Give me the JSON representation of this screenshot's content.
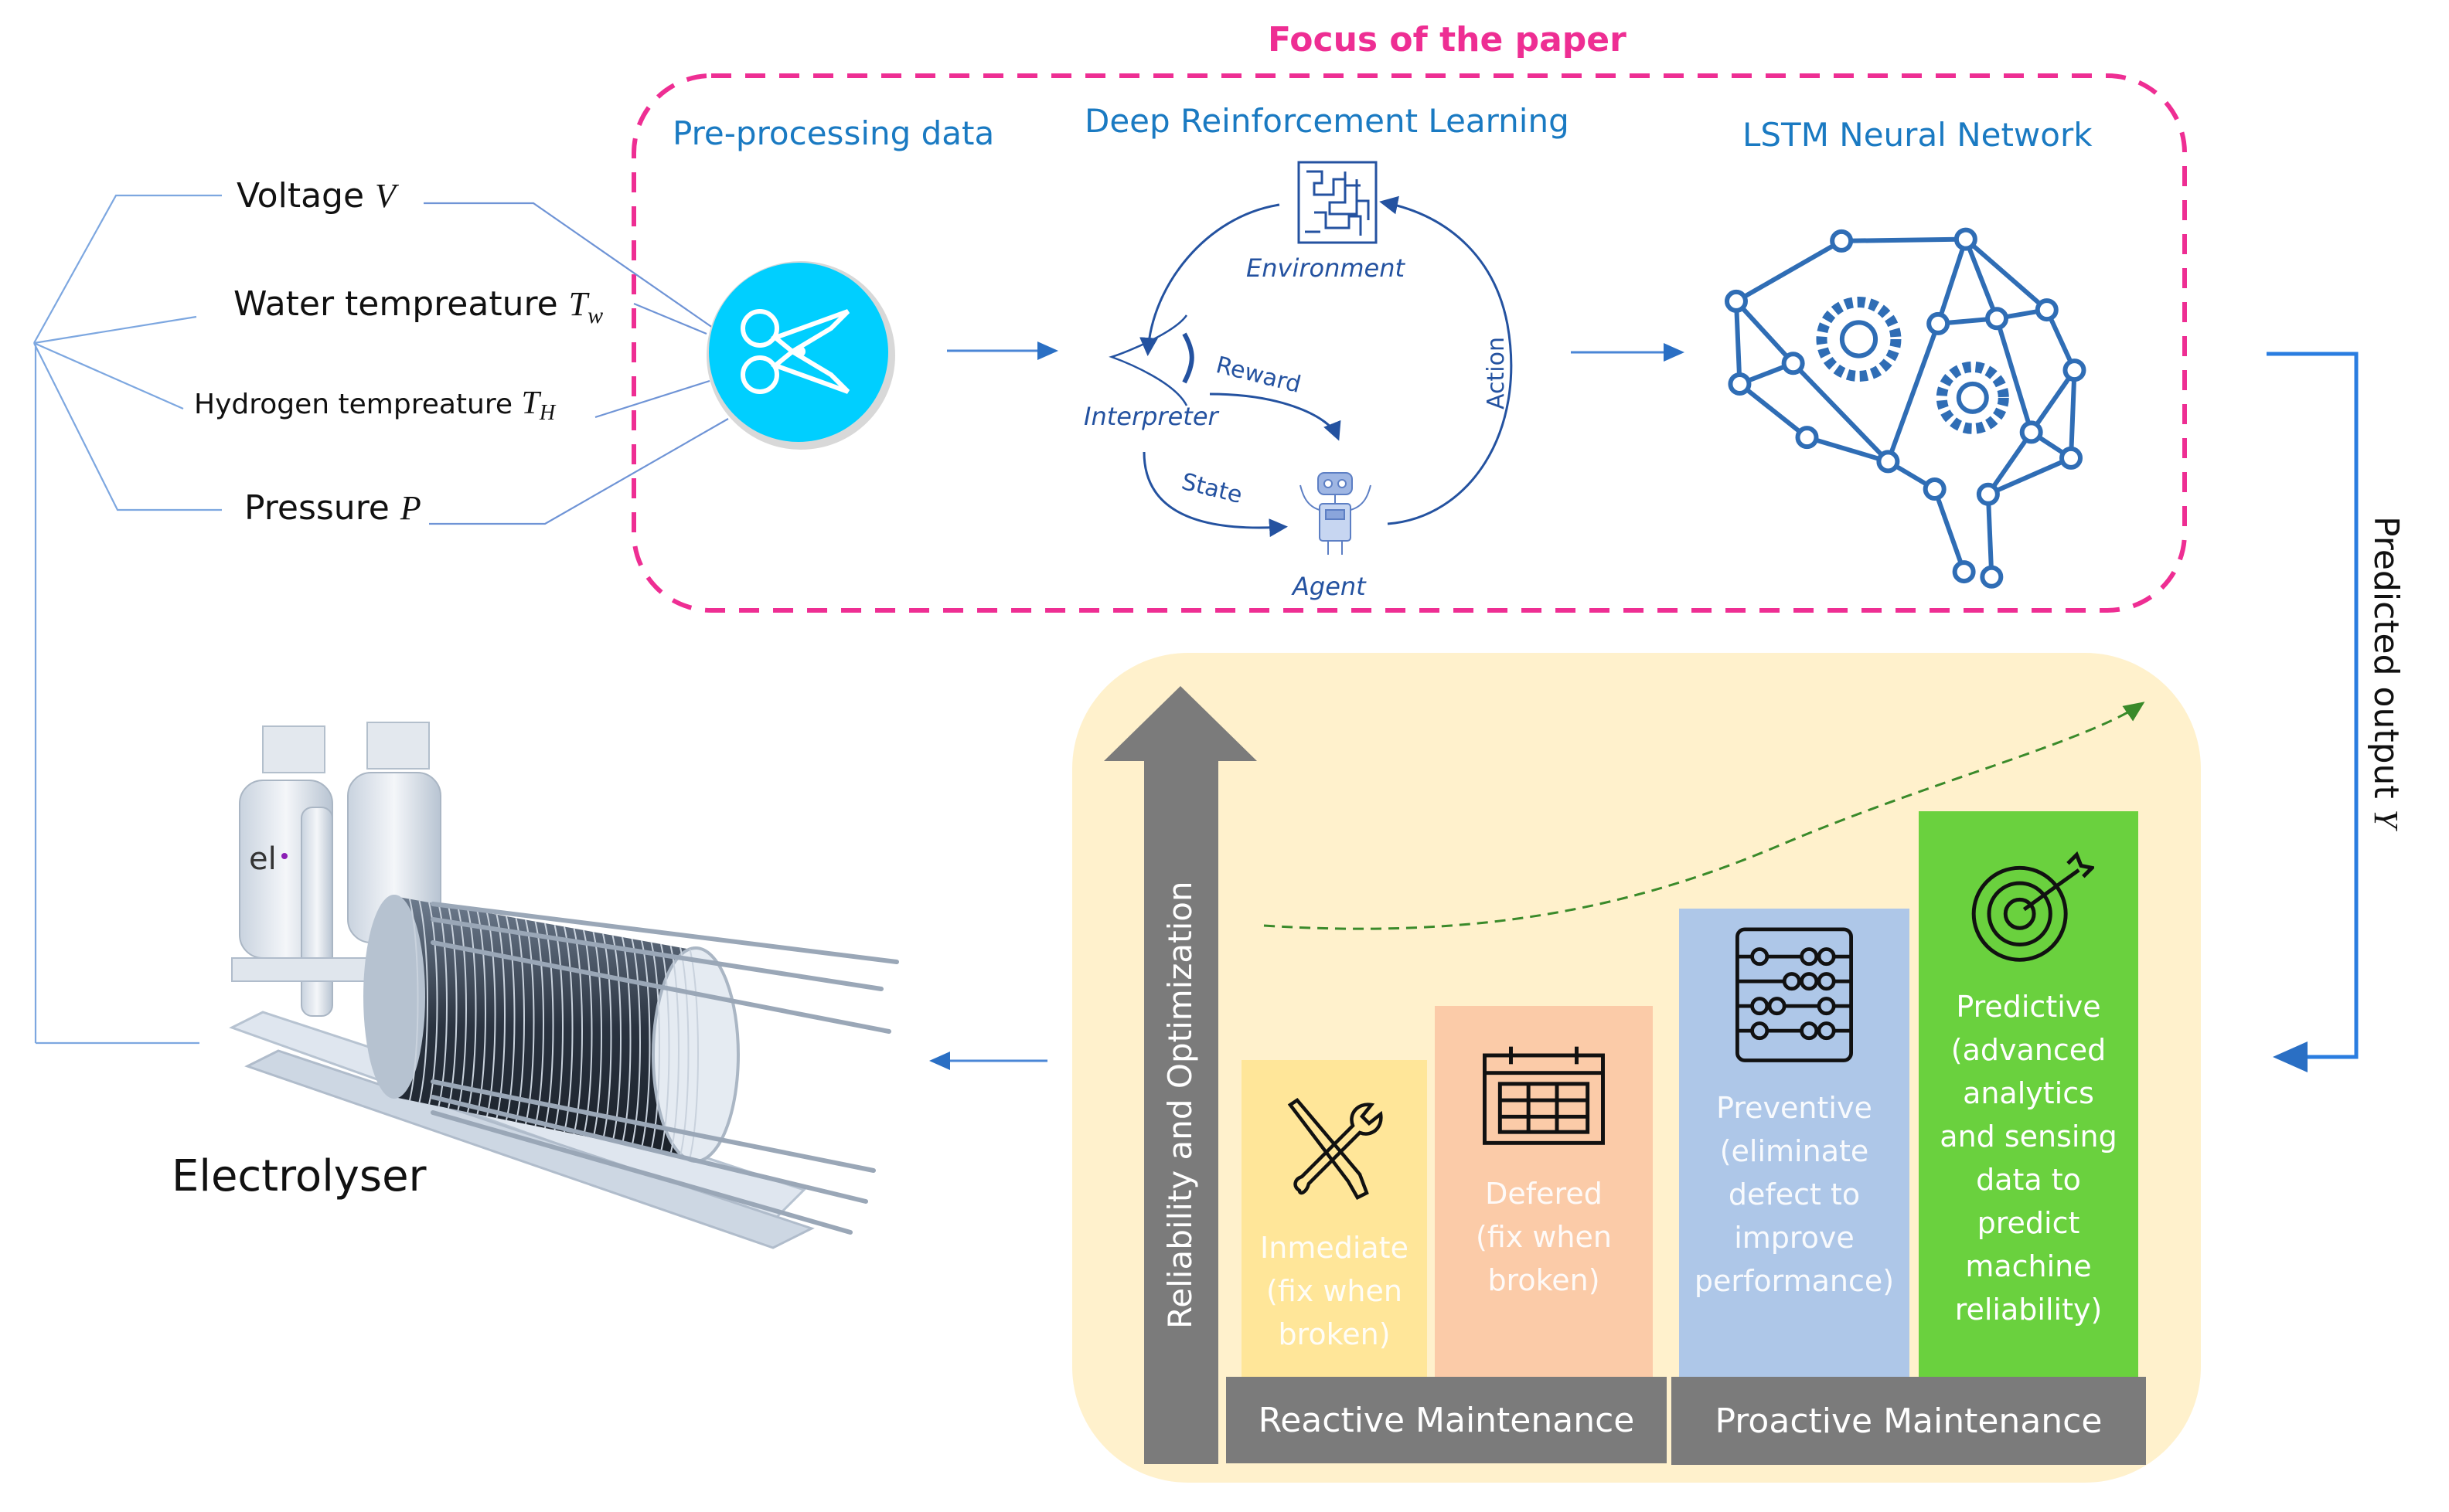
{
  "title": "Focus of the paper",
  "inputs": {
    "items": [
      {
        "label": "Voltage",
        "symbol": "V",
        "subscript": ""
      },
      {
        "label": "Water tempreature",
        "symbol": "T",
        "subscript": "w"
      },
      {
        "label": "Hydrogen tempreature",
        "symbol": "T",
        "subscript": "H"
      },
      {
        "label": "Pressure",
        "symbol": "P",
        "subscript": ""
      }
    ]
  },
  "stages": {
    "preprocessing": {
      "title": "Pre-processing data",
      "icon": "scissors-icon"
    },
    "drl": {
      "title": "Deep Reinforcement Learning",
      "environment": "Environment",
      "interpreter": "Interpreter",
      "agent": "Agent",
      "reward": "Reward",
      "state": "State",
      "action": "Action"
    },
    "lstm": {
      "title": "LSTM Neural Network",
      "icon": "brain-network-icon"
    }
  },
  "feedback": {
    "label": "Predicted output",
    "symbol": "Y"
  },
  "electrolyser": {
    "label": "Electrolyser",
    "brand_fragment": "el"
  },
  "maintenance": {
    "axis_label": "Reliability and Optimization",
    "strategies": [
      {
        "name": "Inmediate",
        "detail": [
          "(fix when",
          "broken)"
        ],
        "color": "#ffe699",
        "icon": "tools-icon",
        "level": 1
      },
      {
        "name": "Defered",
        "detail": [
          "(fix when",
          "broken)"
        ],
        "color": "#fbcba8",
        "icon": "calendar-icon",
        "level": 2
      },
      {
        "name": "Preventive",
        "detail": [
          "(eliminate",
          "defect to",
          "improve",
          "performance)"
        ],
        "color": "#aec7e8",
        "icon": "abacus-icon",
        "level": 3
      },
      {
        "name": "Predictive",
        "detail": [
          "(advanced",
          "analytics",
          "and sensing",
          "data to",
          "predict",
          "machine",
          "reliability)"
        ],
        "color": "#6ad13e",
        "icon": "target-icon",
        "level": 4
      }
    ],
    "groups": [
      {
        "label": "Reactive Maintenance"
      },
      {
        "label": "Proactive Maintenance"
      }
    ]
  },
  "colors": {
    "focus_pink": "#ee2e93",
    "title_blue": "#1a7ac2",
    "icon_blue": "#2f6db5",
    "cyan": "#00cfff",
    "panel_yellow": "#fff1cc",
    "axis_gray": "#7b7b7b",
    "trend_green": "#3a8a2a"
  }
}
